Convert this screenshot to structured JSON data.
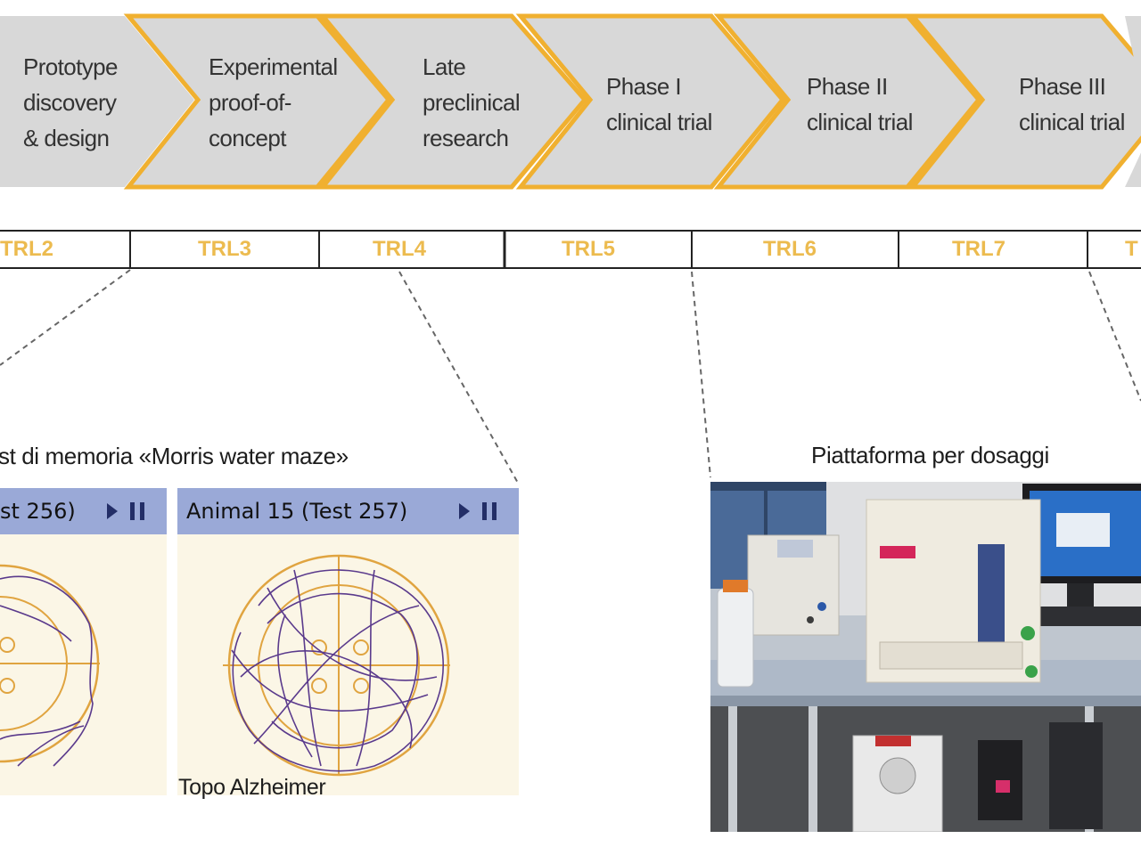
{
  "pipeline": {
    "stages": [
      {
        "label": "Prototype\ndiscovery\n& design"
      },
      {
        "label": "Experimental\nproof-of-\nconcept"
      },
      {
        "label": "Late\npreclinical\nresearch"
      },
      {
        "label": "Phase I\nclinical trial"
      },
      {
        "label": "Phase II\nclinical trial"
      },
      {
        "label": "Phase III\nclinical trial"
      }
    ],
    "colors": {
      "chevron_fill": "#d8d8d8",
      "chevron_outline": "#f0b030",
      "text": "#333333"
    }
  },
  "trl_scale": {
    "cells": [
      {
        "label": "TRL2"
      },
      {
        "label": "TRL3"
      },
      {
        "label": "TRL4"
      },
      {
        "label": "TRL5"
      },
      {
        "label": "TRL6"
      },
      {
        "label": "TRL7"
      },
      {
        "label": "T"
      }
    ],
    "label_color": "#ecbb4f"
  },
  "maze_section": {
    "title": "st di memoria «Morris water maze»",
    "panels": [
      {
        "header": "st 256)",
        "controls": [
          "play-icon",
          "pause-icon"
        ]
      },
      {
        "header": "Animal 15 (Test 257)",
        "controls": [
          "play-icon",
          "pause-icon"
        ]
      }
    ],
    "subject_label": "Topo Alzheimer",
    "colors": {
      "header_bg": "#9aa9d7",
      "panel_bg": "#fbf6e6",
      "ring": "#e0a440",
      "path": "#5a3a8c"
    }
  },
  "lab_section": {
    "title": "Piattaforma  per dosaggi"
  }
}
